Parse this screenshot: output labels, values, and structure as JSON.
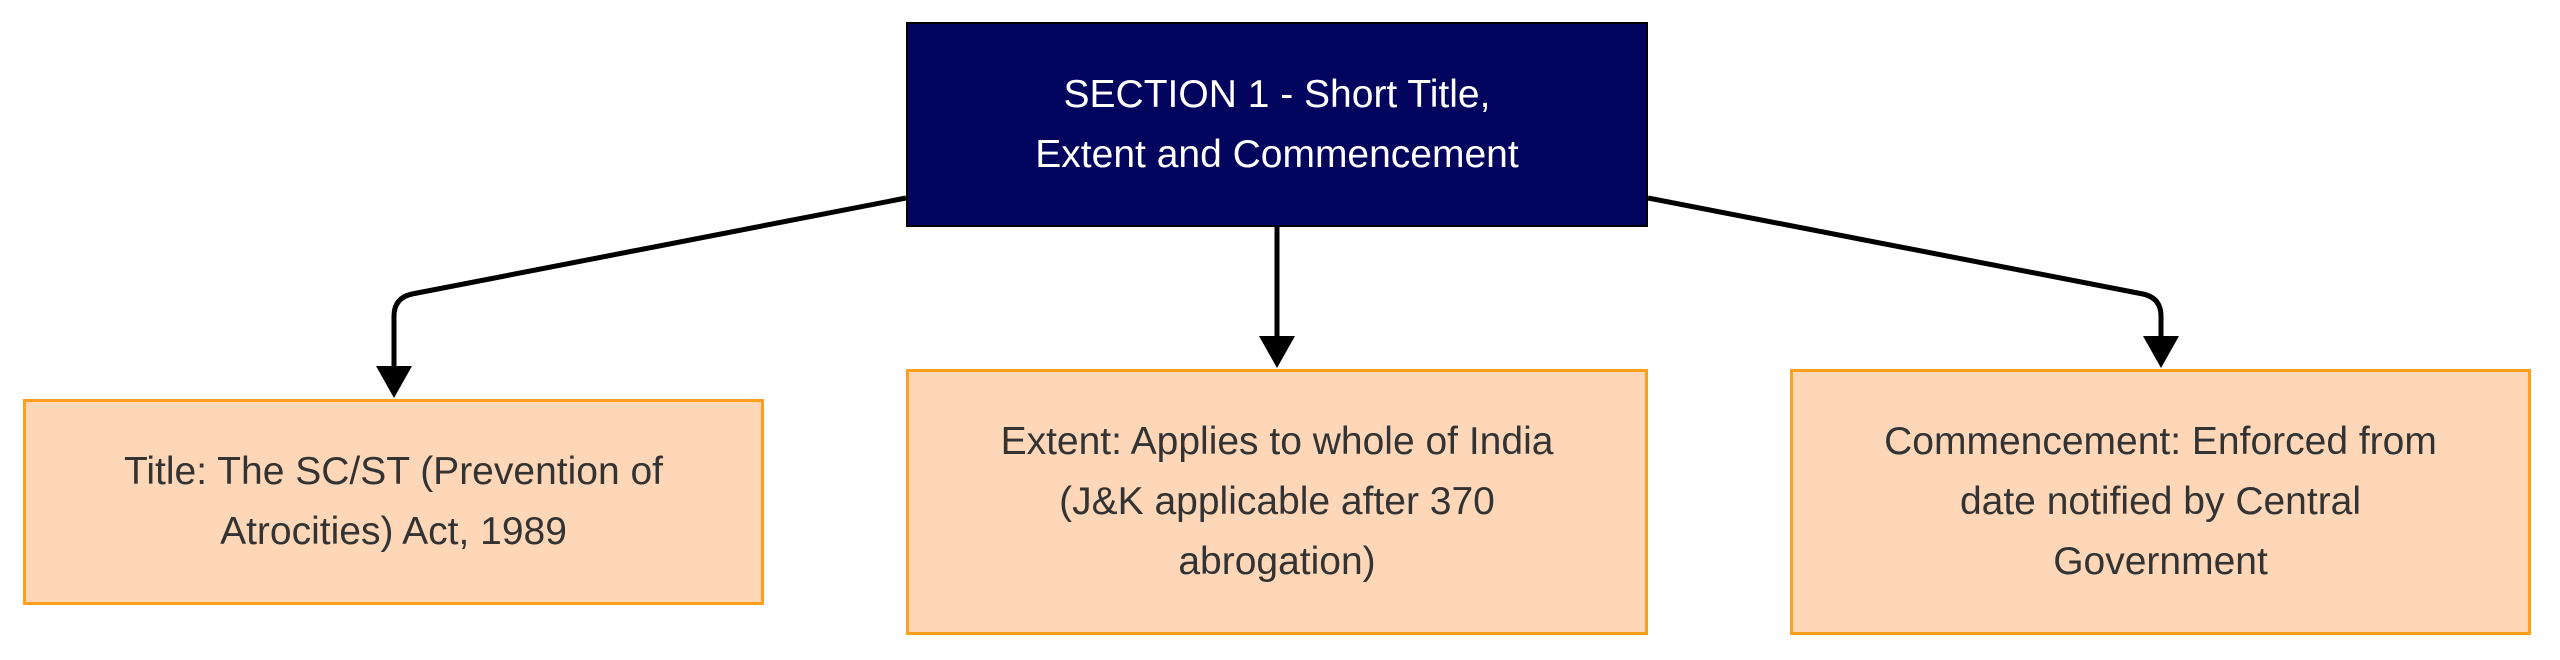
{
  "diagram": {
    "root": {
      "line1": "SECTION 1 - Short Title,",
      "line2": "Extent and Commencement"
    },
    "children": [
      {
        "id": "title",
        "text": "Title: The SC/ST (Prevention of Atrocities) Act, 1989"
      },
      {
        "id": "extent",
        "text": "Extent: Applies to whole of India (J&K applicable after 370 abrogation)"
      },
      {
        "id": "commencement",
        "text": "Commencement: Enforced from date notified by Central Government"
      }
    ],
    "colors": {
      "root_fill": "#03045e",
      "root_text": "#ffffff",
      "child_fill": "#fed7b8",
      "child_border": "#ff9f1c",
      "child_text": "#333333",
      "edge": "#000000"
    }
  }
}
